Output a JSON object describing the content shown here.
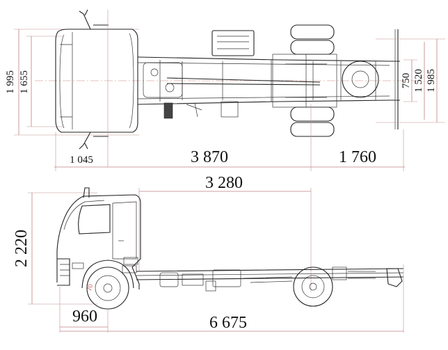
{
  "top_view": {
    "dim_width_overall": "1 995",
    "dim_width_frame": "1 655",
    "dim_front_overhang": "1 045",
    "dim_wheelbase": "3 870",
    "dim_rear_overhang": "1 760",
    "dim_frame_inner": "750",
    "dim_rear_track": "1 520",
    "dim_rear_width": "1 985"
  },
  "side_view": {
    "dim_cab_to_end": "3 280",
    "dim_height": "2 220",
    "dim_front_axle": "960",
    "dim_overall_length": "6 675",
    "wheel_marker": "70"
  },
  "colors": {
    "dimension_lines": "#c08080",
    "ink": "#222222",
    "background": "#ffffff"
  }
}
